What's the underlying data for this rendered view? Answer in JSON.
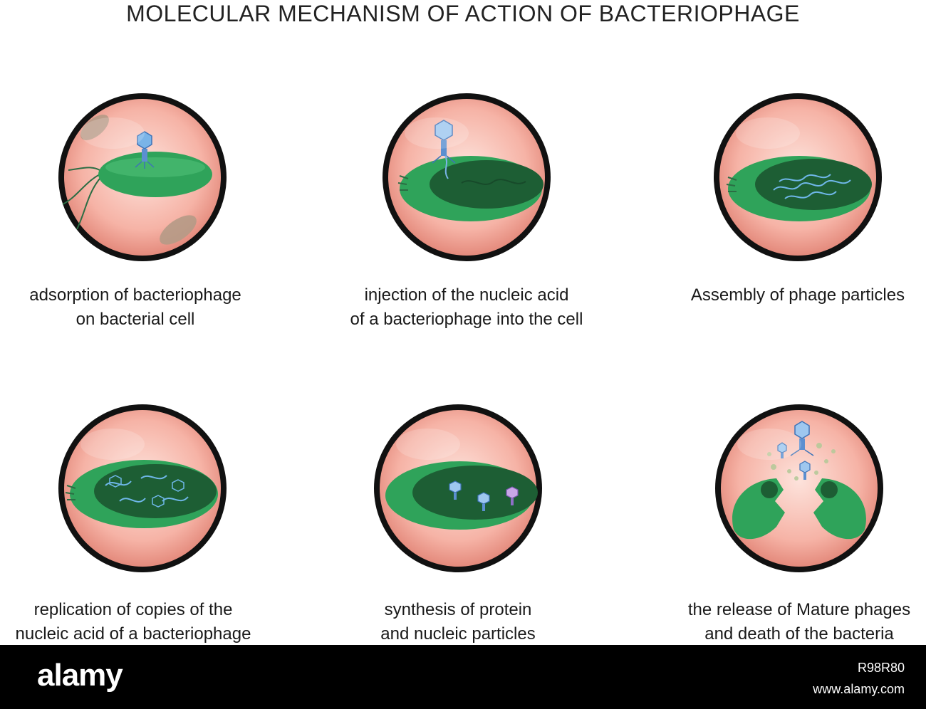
{
  "title": "MOLECULAR MECHANISM OF ACTION OF BACTERIOPHAGE",
  "stages": [
    {
      "lines": [
        "adsorption of bacteriophage",
        "on bacterial cell"
      ]
    },
    {
      "lines": [
        "injection of the nucleic acid",
        "of a bacteriophage into the cell"
      ]
    },
    {
      "lines": [
        "Assembly of phage particles"
      ]
    },
    {
      "lines": [
        "replication of copies of the",
        "nucleic acid of a bacteriophage"
      ]
    },
    {
      "lines": [
        "synthesis of protein",
        "and nucleic particles"
      ]
    },
    {
      "lines": [
        "the release of Mature phages",
        "and death of the bacteria"
      ]
    }
  ],
  "watermark": {
    "brand": "alamy",
    "image_id": "R98R80",
    "site": "www.alamy.com"
  },
  "colors": {
    "disc": "#f6b3a6",
    "ring": "#111111",
    "bacterium": "#2fa35a",
    "cytoplasm": "#1d5e34",
    "phage": "#7ab4e8"
  }
}
